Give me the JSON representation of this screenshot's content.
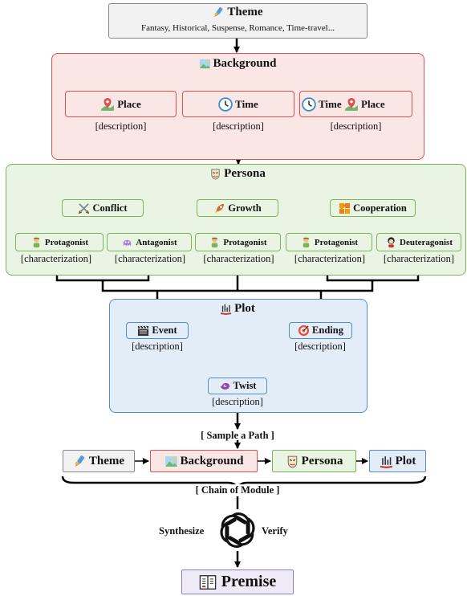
{
  "theme": {
    "title": "Theme",
    "subtitle": "Fantasy, Historical, Suspense, Romance, Time-travel..."
  },
  "background": {
    "title": "Background",
    "place": "Place",
    "time": "Time",
    "time_place_time": "Time",
    "time_place_plus": "+",
    "time_place_place": "Place",
    "description": "[description]"
  },
  "persona": {
    "title": "Persona",
    "conflict": "Conflict",
    "growth": "Growth",
    "cooperation": "Cooperation",
    "protagonist": "Protagonist",
    "antagonist": "Antagonist",
    "deuteragonist": "Deuteragonist",
    "characterization": "[characterization]"
  },
  "plot": {
    "title": "Plot",
    "event": "Event",
    "ending": "Ending",
    "twist": "Twist",
    "description": "[description]"
  },
  "sample_path": "[ Sample a Path ]",
  "chain": {
    "theme": "Theme",
    "background": "Background",
    "persona": "Persona",
    "plot": "Plot",
    "label": "[ Chain of Module ]"
  },
  "synthesize": "Synthesize",
  "verify": "Verify",
  "premise": "Premise",
  "colors": {
    "background_fill": "#fbe6e6",
    "background_border": "#d9534f",
    "persona_fill": "#eaf4e2",
    "persona_border": "#7cb35f",
    "plot_fill": "#e3edf8",
    "plot_border": "#5a89c4",
    "neutral_fill": "#f2f2f2",
    "premise_border": "#8a7fc0",
    "premise_fill": "#eeebf7"
  }
}
